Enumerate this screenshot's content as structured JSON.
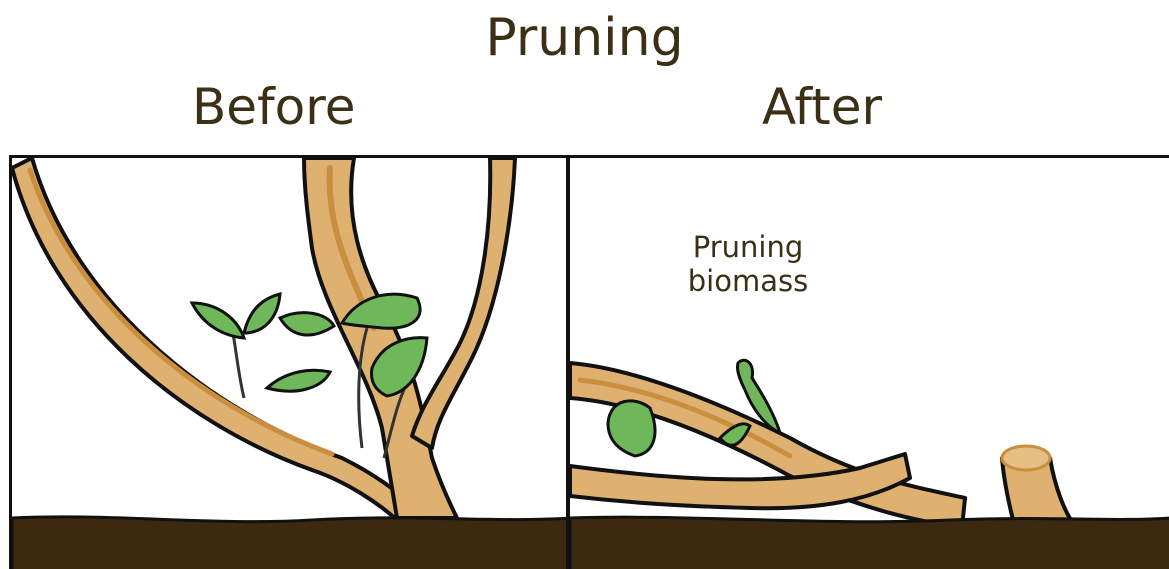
{
  "title": "Pruning",
  "panels": {
    "before": {
      "label": "Before"
    },
    "after": {
      "label": "After",
      "annotation_line1": "Pruning",
      "annotation_line2": "biomass"
    }
  },
  "colors": {
    "text": "#3b2f16",
    "branch": "#deb170",
    "branch_shade": "#c98f3e",
    "leaf": "#6fb85a",
    "leaf_light": "#9fd48a",
    "soil": "#3d2810",
    "outline": "#111111"
  }
}
